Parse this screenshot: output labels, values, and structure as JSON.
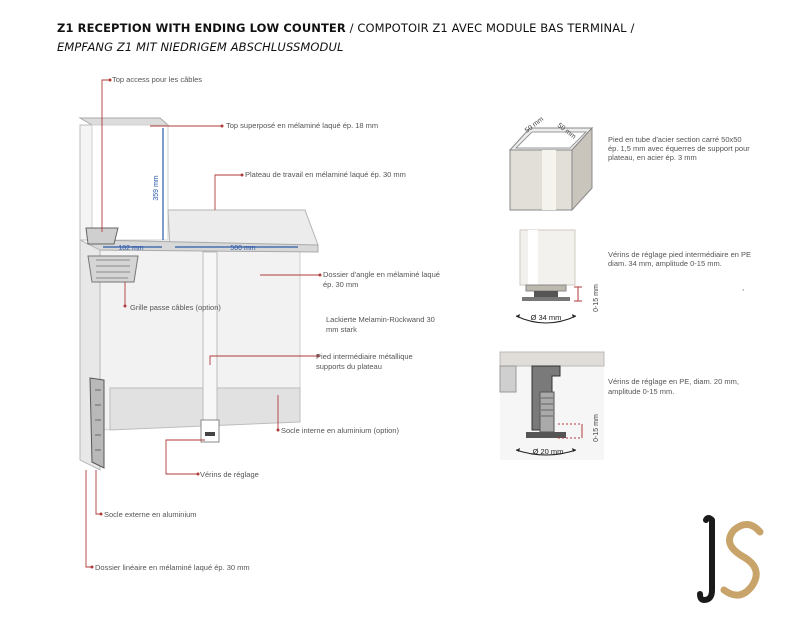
{
  "title": {
    "bold": "Z1 RECEPTION WITH ENDING LOW COUNTER",
    "rest": " / COMPOTOIR Z1 AVEC MODULE BAS TERMINAL /",
    "line2": "EMPFANG Z1 MIT NIEDRIGEM ABSCHLUSSMODUL"
  },
  "callouts": {
    "top_access": "Top access pour les câbles",
    "top_superpose": "Top superposé en mélaminé laqué ép. 18 mm",
    "plateau": "Plateau de travail en mélaminé laqué ép. 30 mm",
    "dossier_angle_1": "Dossier d'angle en mélaminé laqué",
    "dossier_angle_2": "ép. 30 mm",
    "lack_1": "Lackierte Melamin-Rückwand 30",
    "lack_2": "mm stark",
    "grille": "Grille passe câbles (option)",
    "pied_inter_1": "Pied intermédiaire métallique",
    "pied_inter_2": "supports du plateau",
    "socle_interne": "Socle interne en aluminium (option)",
    "verins": "Vérins de réglage",
    "socle_externe": "Socle externe en aluminium",
    "dossier_lineaire": "Dossier linéaire en mélaminé laqué ép. 30 mm"
  },
  "dimensions": {
    "height": "359 mm",
    "depth_top": "182 mm",
    "depth_plateau": "500 mm"
  },
  "detail1": {
    "dim_a": "50 mm",
    "dim_b": "50 mm",
    "text_1": "Pied en tube d'acier section carré 50x50",
    "text_2": "ép. 1,5 mm avec équerres de support pour",
    "text_3": "plateau, en acier ép. 3 mm"
  },
  "detail2": {
    "diam": "Ø 34 mm",
    "amp": "0-15 mm",
    "text_1": "Vérins de réglage pied intermédiaire en PE",
    "text_2": "diam. 34 mm, amplitude 0-15 mm."
  },
  "detail3": {
    "diam": "Ø 20 mm",
    "amp": "0-15 mm",
    "text_1": "Vérins de réglage en PE, diam. 20 mm,",
    "text_2": "amplitude 0-15 mm."
  },
  "logo": {
    "letters": "LS"
  },
  "colors": {
    "dim_blue": "#2c5aa8",
    "leader_red": "#b03a3a",
    "logo_gold": "#c8a46a",
    "logo_dark": "#1a1a1a"
  }
}
